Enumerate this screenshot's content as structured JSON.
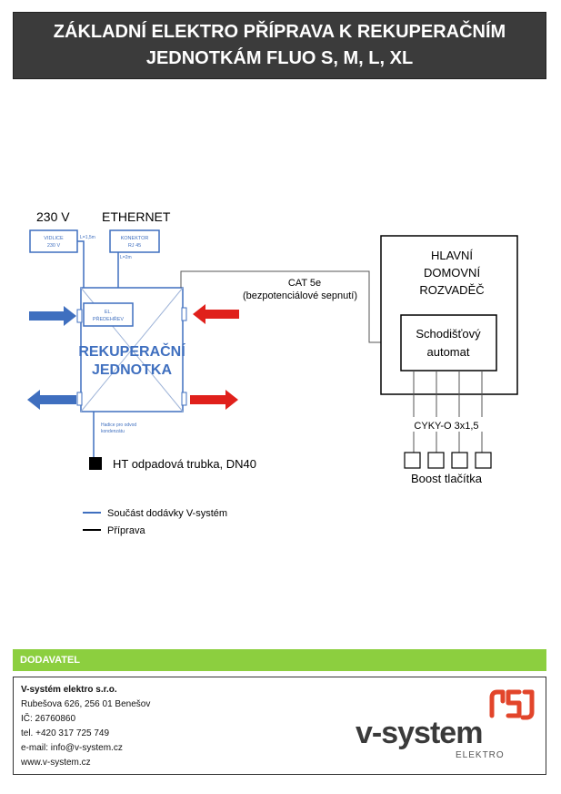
{
  "header": {
    "line1": "ZÁKLADNÍ ELEKTRO PŘÍPRAVA K REKUPERAČNÍM",
    "line2": "JEDNOTKÁM FLUO S, M, L, XL"
  },
  "diagram": {
    "label_230v": "230 V",
    "label_ethernet": "ETHERNET",
    "vidlice_1": "VIDLICE",
    "vidlice_2": "230 V",
    "vidlice_len": "L=1,5m",
    "konektor_1": "KONEKTOR",
    "konektor_2": "RJ 45",
    "konektor_len": "L=2m",
    "predehrev_1": "EL.",
    "predehrev_2": "PŘEDEHŘEV",
    "unit_1": "REKUPERAČNÍ",
    "unit_2": "JEDNOTKA",
    "hose_1": "Hadice pro odvod",
    "hose_2": "kondenzátu",
    "ht_pipe": "HT odpadová trubka, DN40",
    "cat_1": "CAT 5e",
    "cat_2": "(bezpotenciálové sepnutí)",
    "panel_1": "HLAVNÍ",
    "panel_2": "DOMOVNÍ",
    "panel_3": "ROZVADĚČ",
    "automat_1": "Schodišťový",
    "automat_2": "automat",
    "cable": "CYKY-O 3x1,5",
    "boost": "Boost tlačítka",
    "legend_blue": "Součást dodávky V-systém",
    "legend_black": "Příprava",
    "color_blue": "#3f6fbf",
    "color_red": "#e0201b"
  },
  "supplier": {
    "heading": "DODAVATEL",
    "company": "V-systém elektro s.r.o.",
    "address": "Rubešova 626, 256 01  Benešov",
    "ic": "IČ: 26760860",
    "tel": "tel. +420 317 725 749",
    "email": "e-mail: info@v-system.cz",
    "web": "www.v-system.cz",
    "logo_word": "v-system",
    "logo_sub": "ELEKTRO"
  }
}
